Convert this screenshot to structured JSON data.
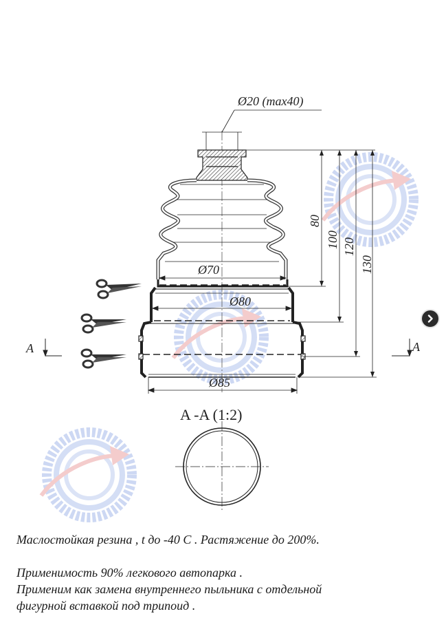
{
  "dimensions": {
    "top_diameter": "Ø20 (max40)",
    "d70": "Ø70",
    "d80": "Ø80",
    "d85": "Ø85",
    "h80": "80",
    "h100": "100",
    "h120": "120",
    "h130": "130"
  },
  "section": {
    "marker_left": "A",
    "marker_right": "A",
    "title": "A -A (1:2)"
  },
  "icons": {
    "scissors": "scissors-icon",
    "watermark": "gear-logo-watermark",
    "next": "chevron-right-icon"
  },
  "notes": {
    "line1": "Маслостойкая резина , t  до  -40 C .  Растяжение до  200%.",
    "line2": "Применимость  90%  легкового автопарка .",
    "line3": "Применим как замена внутреннего пыльника с отдельной",
    "line4": "фигурной вставкой под трипоид ."
  },
  "colors": {
    "line": "#222222",
    "hatch": "#333333",
    "watermark_blue": "#c9d6f2",
    "watermark_red": "#f3c8c8"
  }
}
